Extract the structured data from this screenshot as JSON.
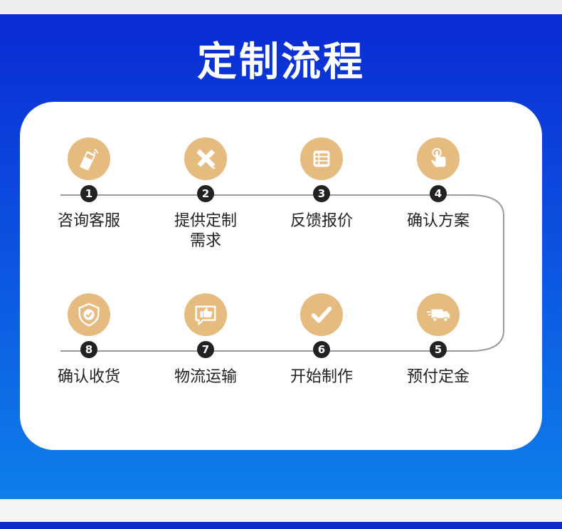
{
  "title": "定制流程",
  "colors": {
    "accent": "#e5bb7f",
    "dark": "#222222",
    "line": "#9a9a9a",
    "banner_top": "#0a2bd3",
    "banner_bottom": "#0e7fea"
  },
  "steps": [
    {
      "number": "1",
      "label": "咨询客服",
      "icon": "phone-icon"
    },
    {
      "number": "2",
      "label": "提供定制\n需求",
      "icon": "pencil-ruler-icon"
    },
    {
      "number": "3",
      "label": "反馈报价",
      "icon": "list-icon"
    },
    {
      "number": "4",
      "label": "确认方案",
      "icon": "tap-hand-icon"
    },
    {
      "number": "5",
      "label": "预付定金",
      "icon": "delivery-truck-icon"
    },
    {
      "number": "6",
      "label": "开始制作",
      "icon": "checkmark-icon"
    },
    {
      "number": "7",
      "label": "物流运输",
      "icon": "thumbs-up-icon"
    },
    {
      "number": "8",
      "label": "确认收货",
      "icon": "shield-check-icon"
    }
  ]
}
